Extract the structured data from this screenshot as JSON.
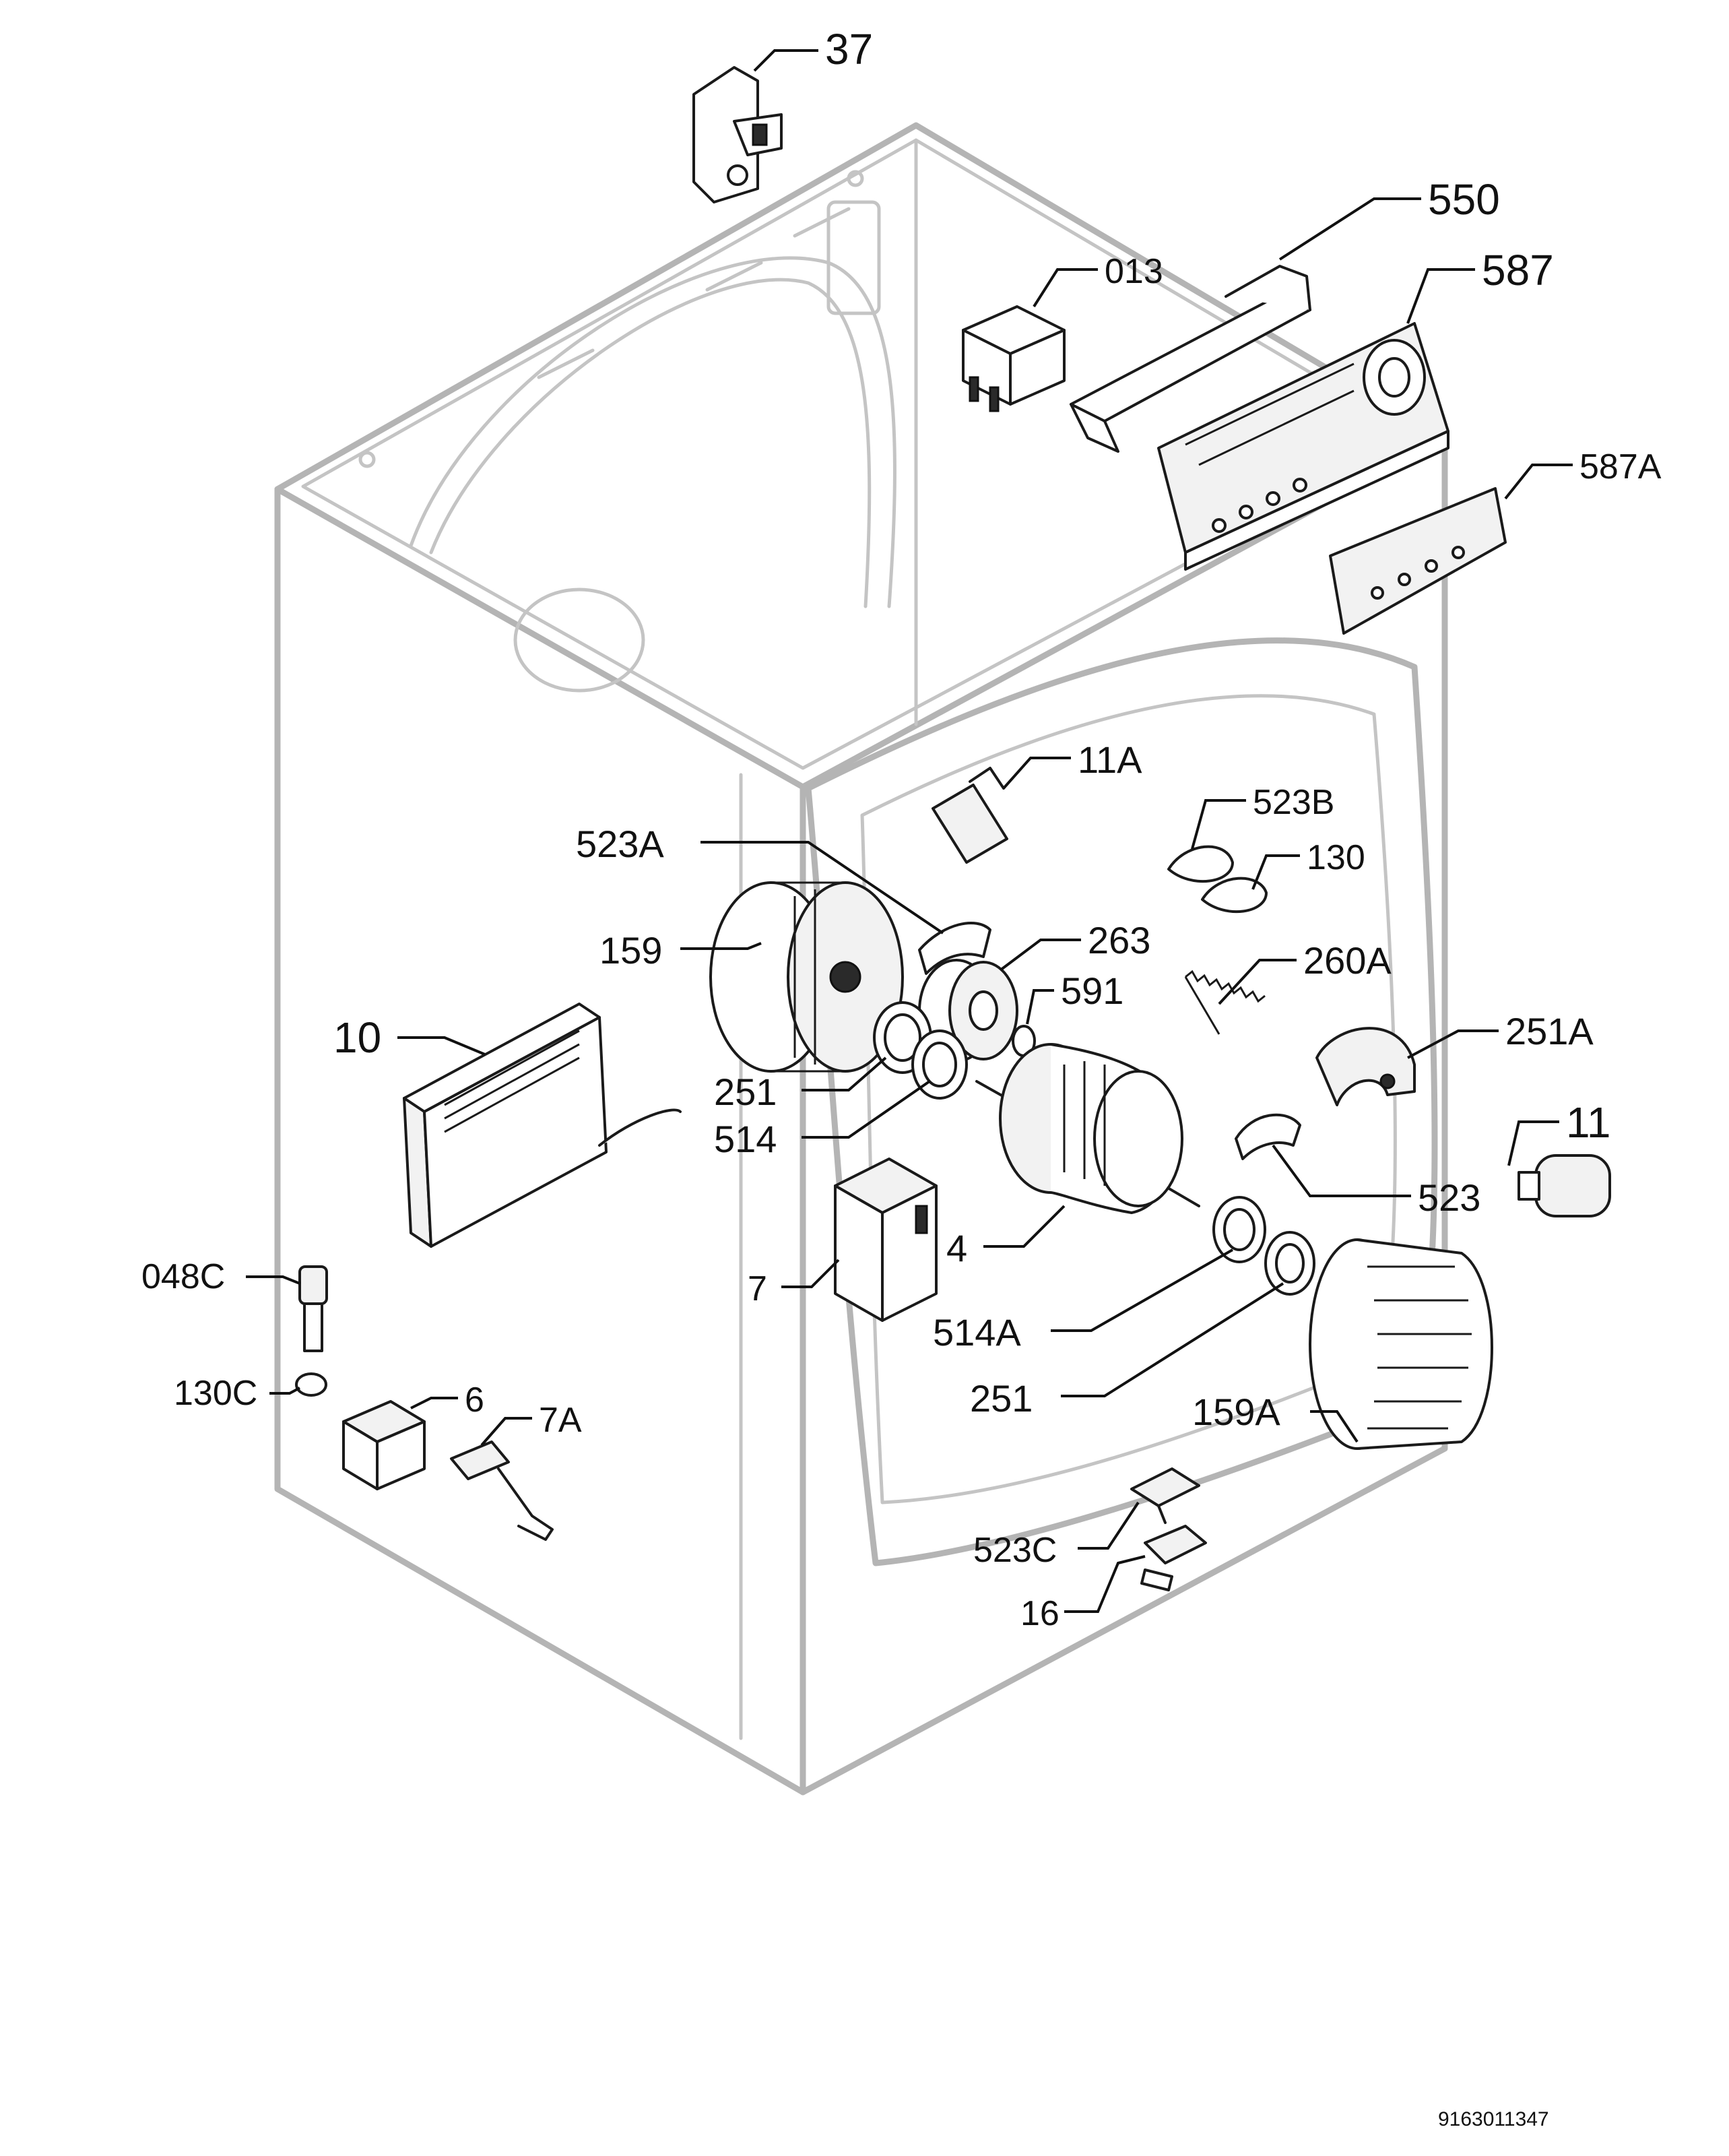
{
  "diagram": {
    "catalog_number": "9163011347",
    "callouts": [
      {
        "id": "37",
        "label": "37"
      },
      {
        "id": "550",
        "label": "550"
      },
      {
        "id": "013",
        "label": "013"
      },
      {
        "id": "587",
        "label": "587"
      },
      {
        "id": "587A",
        "label": "587A"
      },
      {
        "id": "11A",
        "label": "11A"
      },
      {
        "id": "523B",
        "label": "523B"
      },
      {
        "id": "130",
        "label": "130"
      },
      {
        "id": "523A",
        "label": "523A"
      },
      {
        "id": "263",
        "label": "263"
      },
      {
        "id": "159",
        "label": "159"
      },
      {
        "id": "591",
        "label": "591"
      },
      {
        "id": "260A",
        "label": "260A"
      },
      {
        "id": "10",
        "label": "10"
      },
      {
        "id": "251A",
        "label": "251A"
      },
      {
        "id": "251-upper",
        "label": "251"
      },
      {
        "id": "514",
        "label": "514"
      },
      {
        "id": "11",
        "label": "11"
      },
      {
        "id": "523",
        "label": "523"
      },
      {
        "id": "4",
        "label": "4"
      },
      {
        "id": "048C",
        "label": "048C"
      },
      {
        "id": "7",
        "label": "7"
      },
      {
        "id": "514A",
        "label": "514A"
      },
      {
        "id": "130C",
        "label": "130C"
      },
      {
        "id": "6",
        "label": "6"
      },
      {
        "id": "7A",
        "label": "7A"
      },
      {
        "id": "251-lower",
        "label": "251"
      },
      {
        "id": "159A",
        "label": "159A"
      },
      {
        "id": "523C",
        "label": "523C"
      },
      {
        "id": "16",
        "label": "16"
      }
    ]
  }
}
